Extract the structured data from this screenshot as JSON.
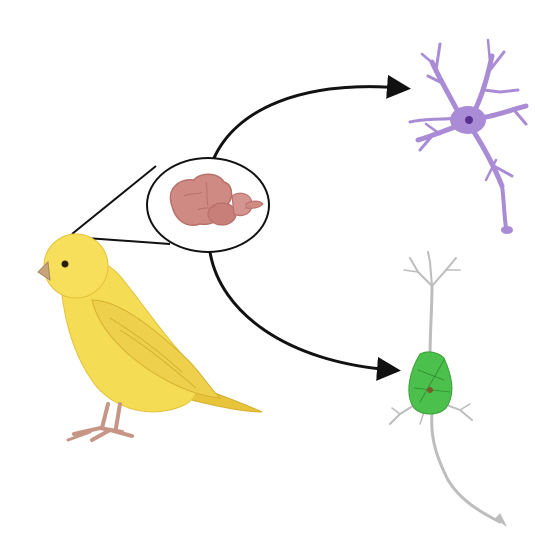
{
  "figure": {
    "subject": "canary",
    "organ": "brain",
    "cell_types": [
      "astrocyte",
      "neuron"
    ],
    "colors": {
      "bird_body": "#f5dc55",
      "bird_shade": "#e8c43a",
      "beak": "#c9a37a",
      "legs": "#c79585",
      "brain": "#cf8a84",
      "brain_dark": "#b9706a",
      "astrocyte": "#a98bd6",
      "astrocyte_nucleus": "#5b2f8f",
      "neuron_stroke": "#bdbdbd",
      "neuron_soma": "#4cc04c",
      "arrow": "#111111"
    }
  }
}
